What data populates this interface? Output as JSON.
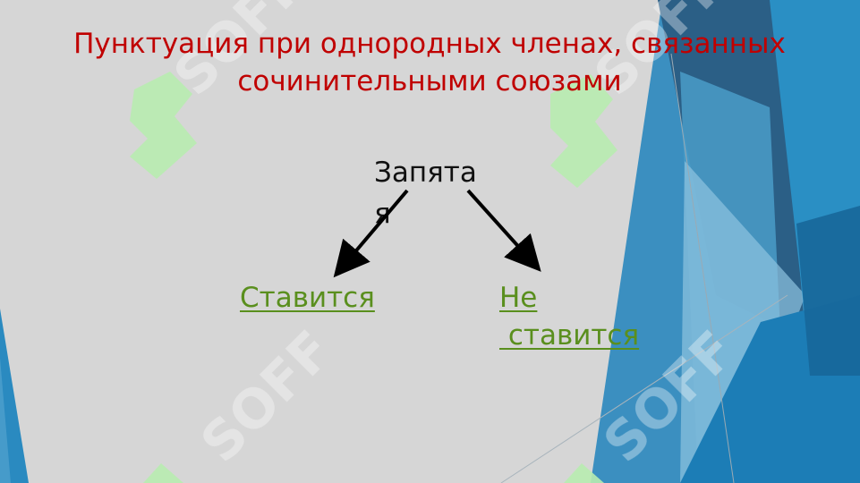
{
  "slide": {
    "title_line1": "Пунктуация при однородных членах, связанных",
    "title_line2": "сочинительными союзами",
    "center_word": "Запятая",
    "left_option": "Ставится",
    "right_option_line1": "Не",
    "right_option_line2": " ставится"
  },
  "watermark": {
    "text": "SOFF"
  },
  "colors": {
    "title": "#c00000",
    "link": "#5a8f1e",
    "background": "#d6d6d6",
    "accent_blue": "#1f78a8",
    "watermark_green": "#a8e6a0"
  }
}
